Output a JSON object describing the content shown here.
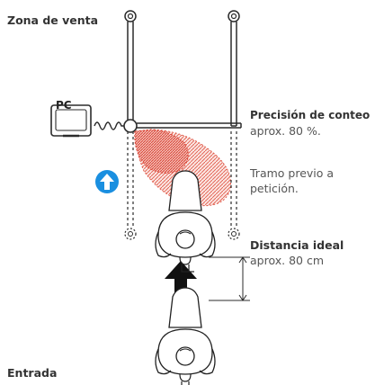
{
  "zone_label": "Zona de venta",
  "entrance_label": "Entrada",
  "pc_label": "PC",
  "accuracy": {
    "title": "Precisión de conteo",
    "value": "aprox. 80 %."
  },
  "prior_section": {
    "line1": "Tramo previo a",
    "line2": "petición."
  },
  "distance": {
    "title": "Distancia ideal",
    "value": "aprox. 80 cm"
  },
  "colors": {
    "line": "#2b2b2b",
    "sensor_cone": "#e05a4a",
    "arrow_up": "#1a8fe0",
    "arrow_black": "#111111"
  },
  "icons": [
    "up-arrow-icon",
    "pc-monitor-icon",
    "person-icon"
  ]
}
